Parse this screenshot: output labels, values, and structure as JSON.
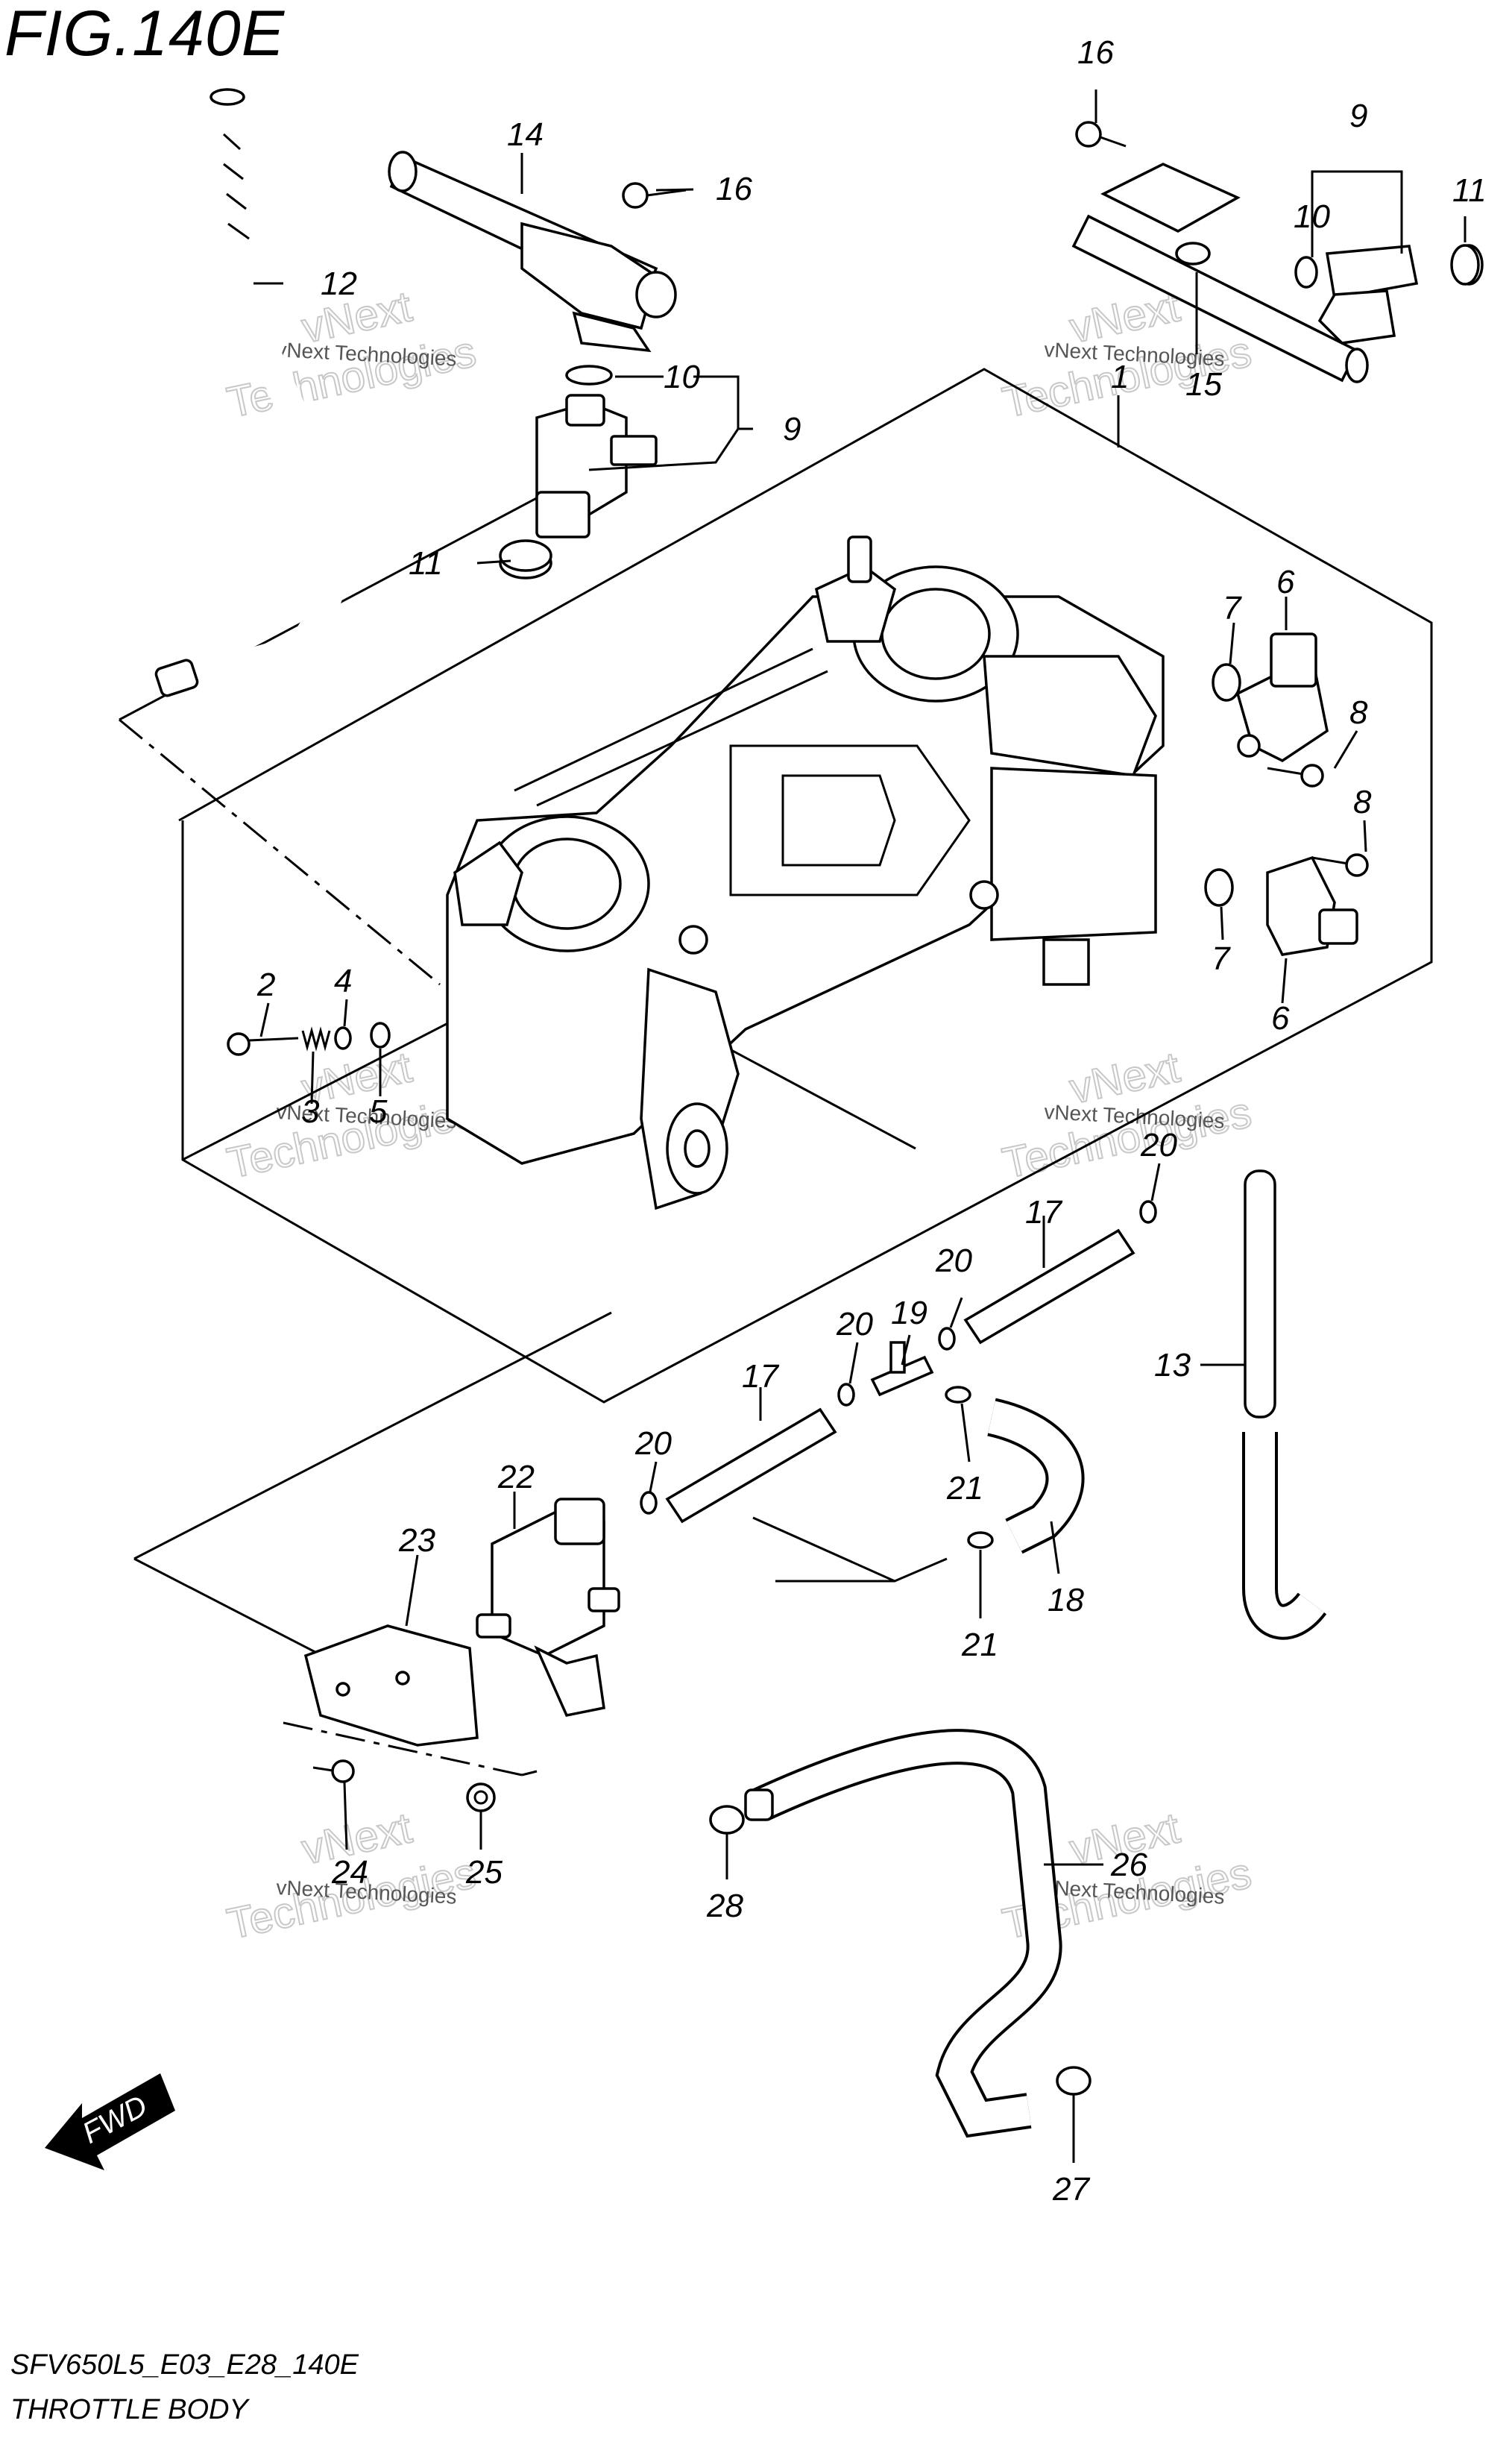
{
  "figure": {
    "title": "FIG.140E",
    "code": "SFV650L5_E03_E28_140E",
    "name": "THROTTLE BODY",
    "fwd_label": "FWD"
  },
  "watermark": {
    "small": "vNext Technologies",
    "big_line1": "vNext",
    "big_line2": "Technologies"
  },
  "callouts": {
    "c2": "2",
    "c3": "3",
    "c4": "4",
    "c5": "5",
    "c6a": "6",
    "c6b": "6",
    "c7a": "7",
    "c7b": "7",
    "c8a": "8",
    "c8b": "8",
    "c9a": "9",
    "c9b": "9",
    "c10a": "10",
    "c10b": "10",
    "c11a": "11",
    "c11b": "11",
    "c12": "12",
    "c13": "13",
    "c14": "14",
    "c15": "15",
    "c16a": "16",
    "c16b": "16",
    "c17a": "17",
    "c17b": "17",
    "c18": "18",
    "c19": "19",
    "c20a": "20",
    "c20b": "20",
    "c20c": "20",
    "c20d": "20",
    "c21a": "21",
    "c21b": "21",
    "c22": "22",
    "c23": "23",
    "c24": "24",
    "c25": "25",
    "c26": "26",
    "c27": "27",
    "c28": "28",
    "c1": "1"
  }
}
